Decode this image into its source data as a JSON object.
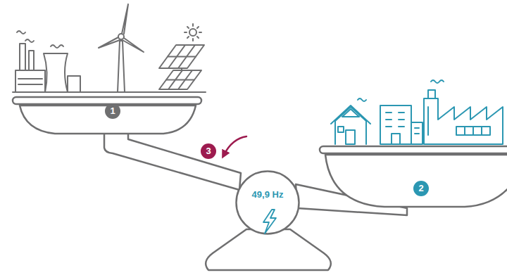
{
  "diagram": {
    "nodes": [
      {
        "text": [
          "1"
        ]
      },
      {
        "text": [
          "3"
        ]
      },
      {
        "text": [
          "49,9 Hz"
        ]
      },
      {
        "text": [
          "2"
        ]
      }
    ]
  }
}
